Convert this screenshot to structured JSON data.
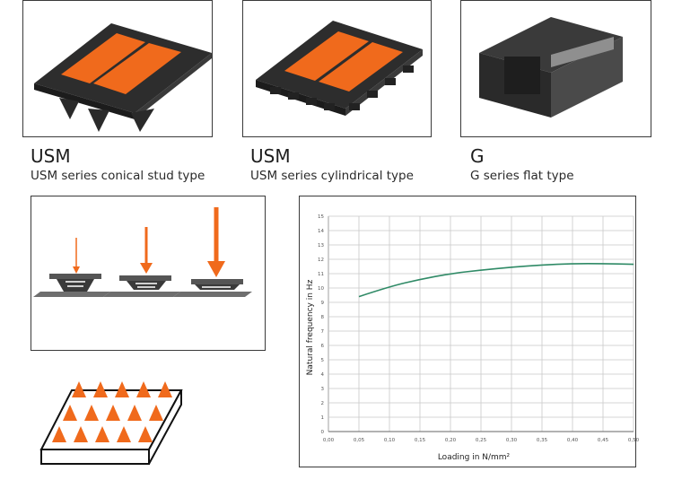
{
  "products": [
    {
      "name": "USM",
      "description": "USM series conical stud type"
    },
    {
      "name": "USM",
      "description": "USM series cylindrical type"
    },
    {
      "name": "G",
      "description": "G series flat type"
    }
  ],
  "colors": {
    "orange": "#f06a1c",
    "dark": "#2b2b2b",
    "curve": "#2f8a66",
    "grid": "#c8c8c8"
  },
  "chart_data": {
    "type": "line",
    "xlabel": "Loading in N/mm²",
    "ylabel": "Natural frequency in Hz",
    "xlim": [
      0,
      0.5
    ],
    "ylim": [
      0,
      15
    ],
    "x_ticks": [
      "0,00",
      "0,05",
      "0,10",
      "0,15",
      "0,20",
      "0,25",
      "0,30",
      "0,35",
      "0,40",
      "0,45",
      "0,50"
    ],
    "y_ticks": [
      "0",
      "1",
      "2",
      "3",
      "4",
      "5",
      "6",
      "7",
      "8",
      "9",
      "10",
      "11",
      "12",
      "13",
      "14",
      "15"
    ],
    "grid": true,
    "series": [
      {
        "x": [
          0.05,
          0.1,
          0.15,
          0.2,
          0.25,
          0.3,
          0.35,
          0.4,
          0.45,
          0.5
        ],
        "y": [
          9.4,
          10.1,
          10.6,
          11.0,
          11.25,
          11.45,
          11.6,
          11.7,
          11.7,
          11.65
        ]
      }
    ]
  }
}
